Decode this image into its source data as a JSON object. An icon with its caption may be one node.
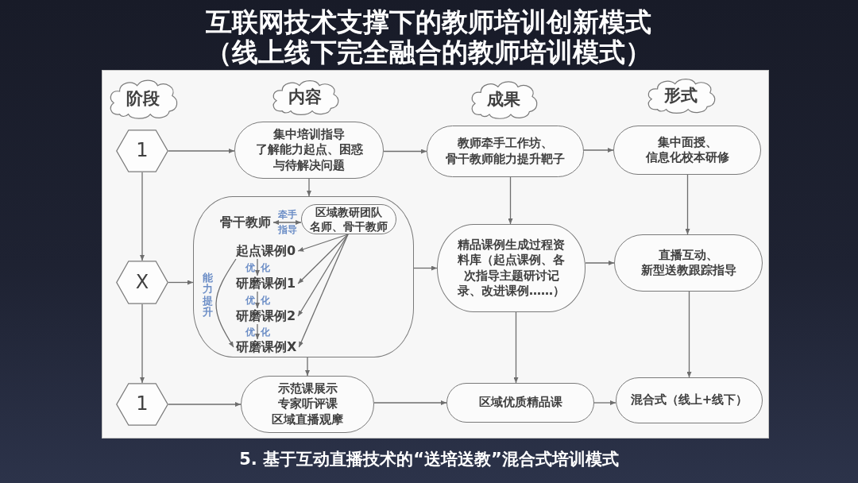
{
  "diagram": {
    "title": "互联网技术支撑下的教师培训创新模式（线上线下完全融合的教师培训模式）",
    "caption": "5. 基于互动直播技术的“送培送教”混合式培训模式",
    "nodes": [
      {
        "text": [
          "阶段"
        ]
      },
      {
        "text": [
          "内容"
        ]
      },
      {
        "text": [
          "成果"
        ]
      },
      {
        "text": [
          "形式"
        ]
      },
      {
        "text": [
          "1"
        ]
      },
      {
        "text": [
          "集中培训指导",
          "了解能力起点、困惑与待解决问题"
        ]
      },
      {
        "text": [
          "教师牵手工作坊、",
          "骨干教师能力提升靶子"
        ]
      },
      {
        "text": [
          "集中面授、",
          "信息化校本研修"
        ]
      },
      {
        "text": [
          "X"
        ]
      },
      {
        "text": [],
        "shape": "box"
      },
      {
        "text": [
          "骨干教师"
        ],
        "in": 9
      },
      {
        "text": [
          "区域教研团队",
          "名师、骨干教师"
        ],
        "in": 9
      },
      {
        "text": [
          "起点课例0"
        ],
        "in": 9
      },
      {
        "text": [
          "研磨课例1"
        ],
        "in": 9
      },
      {
        "text": [
          "研磨课例2"
        ],
        "in": 9
      },
      {
        "text": [
          "研磨课例X"
        ],
        "in": 9
      },
      {
        "text": [
          "精品课例生成过程资料库（起点课例、各次指导主题研讨记录、改进课例……）"
        ]
      },
      {
        "text": [
          "直播互动、",
          "新型送教跟踪指导"
        ]
      },
      {
        "text": [
          "1"
        ]
      },
      {
        "text": [
          "示范课展示",
          "专家听评课",
          "区域直播观摩"
        ]
      },
      {
        "text": [
          "区域优质精品课"
        ]
      },
      {
        "text": [
          "混合式（线上+线下）"
        ]
      }
    ],
    "edges": [
      {
        "from": 4,
        "to": 5,
        "arrow": "to"
      },
      {
        "from": 5,
        "to": 6,
        "arrow": "to"
      },
      {
        "from": 6,
        "to": 7,
        "arrow": "to"
      },
      {
        "from": 4,
        "to": 8,
        "arrow": "to"
      },
      {
        "from": 5,
        "to": 9,
        "arrow": "to"
      },
      {
        "from": 6,
        "to": 16,
        "arrow": "to"
      },
      {
        "from": 7,
        "to": 17,
        "arrow": "to"
      },
      {
        "from": 8,
        "to": 9,
        "arrow": "to"
      },
      {
        "from": 10,
        "to": 11,
        "arrow": "both",
        "label": "牵手指导"
      },
      {
        "from": 11,
        "to": 12,
        "arrow": "to"
      },
      {
        "from": 11,
        "to": 13,
        "arrow": "to"
      },
      {
        "from": 11,
        "to": 14,
        "arrow": "to"
      },
      {
        "from": 11,
        "to": 15,
        "arrow": "to"
      },
      {
        "from": 12,
        "to": 13,
        "arrow": "to",
        "label": "优化"
      },
      {
        "from": 13,
        "to": 14,
        "arrow": "to",
        "label": "优化"
      },
      {
        "from": 14,
        "to": 15,
        "arrow": "to",
        "label": "优化"
      },
      {
        "from": 12,
        "to": 15,
        "arrow": "to",
        "label": "能力提升"
      },
      {
        "from": 9,
        "to": 16,
        "arrow": "to"
      },
      {
        "from": 16,
        "to": 17,
        "arrow": "to"
      },
      {
        "from": 8,
        "to": 18,
        "arrow": "to"
      },
      {
        "from": 9,
        "to": 19,
        "arrow": "to"
      },
      {
        "from": 16,
        "to": 20,
        "arrow": "to"
      },
      {
        "from": 17,
        "to": 21,
        "arrow": "to"
      },
      {
        "from": 18,
        "to": 19,
        "arrow": "to"
      },
      {
        "from": 19,
        "to": 20,
        "arrow": "to"
      },
      {
        "from": 20,
        "to": 21,
        "arrow": "to"
      }
    ]
  }
}
